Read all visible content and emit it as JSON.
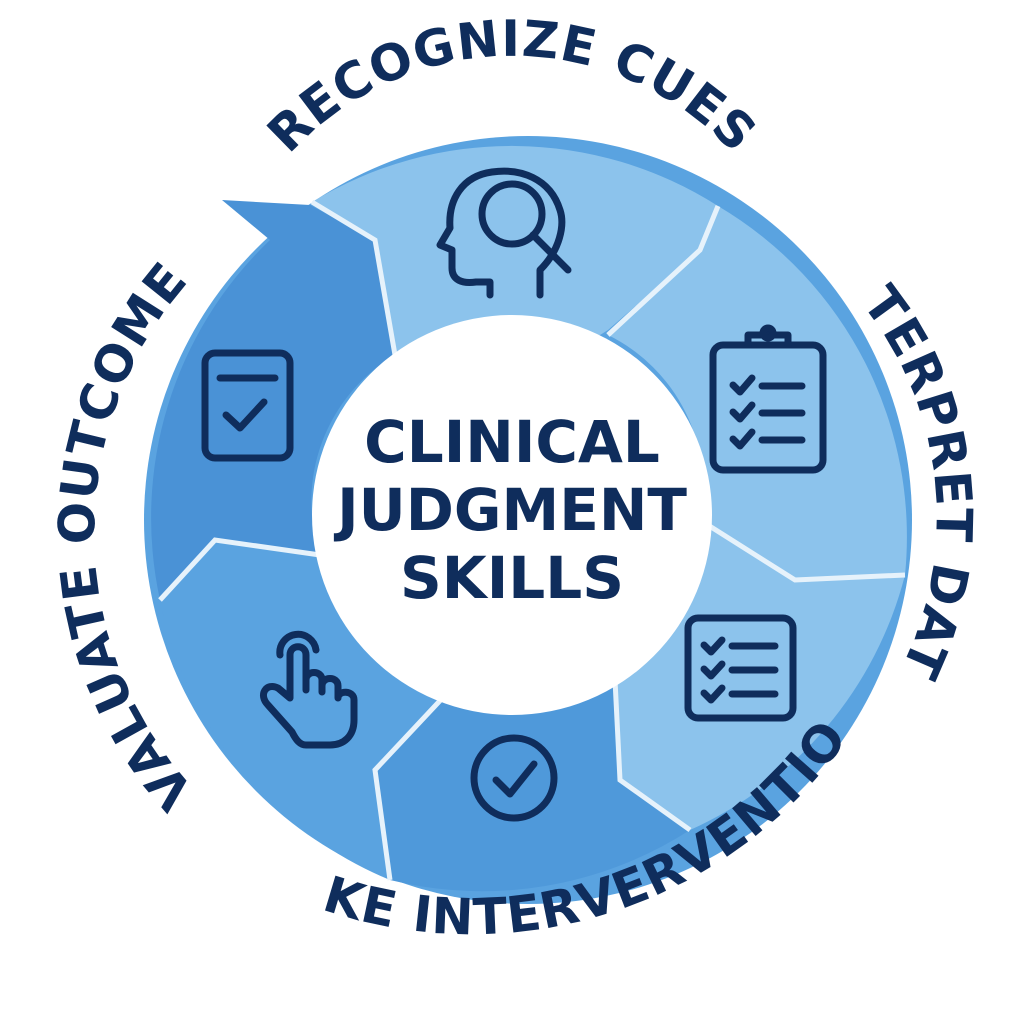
{
  "center": {
    "line1": "CLINICAL",
    "line2": "JUDGMENT",
    "line3": "SKILLS"
  },
  "labels": {
    "recognize_cues": "RECOGNIZE CUES",
    "interpret_data": "INTERPRET DATA",
    "take_interventions": "TAKE INTERVERVENTIONS",
    "evaluate_outcomes": "EVALUATE OUTCOMES"
  },
  "icons": [
    "head-magnifier-icon",
    "clipboard-checklist-icon",
    "checklist-icon",
    "check-circle-icon",
    "pointing-hand-icon",
    "checkbox-icon"
  ],
  "colors": {
    "navy": "#0f2d5c",
    "light_blue": "#8cc3ec",
    "mid_blue": "#5aa3e0",
    "dark_blue": "#4a92d6",
    "divider": "#e6f2fb",
    "background": "#ffffff"
  }
}
